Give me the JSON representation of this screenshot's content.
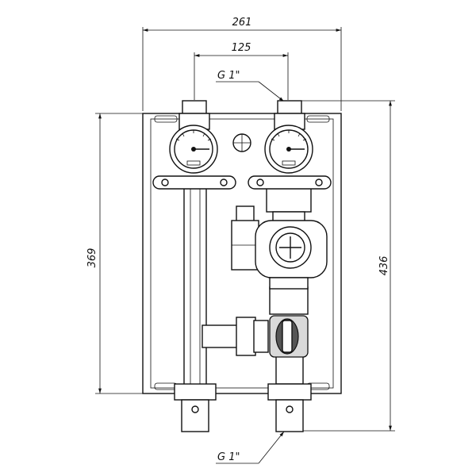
{
  "dimensions": {
    "overall_width": "261",
    "pipe_spacing": "125",
    "frame_height": "369",
    "overall_height": "436"
  },
  "connections": {
    "top_thread": "G 1\"",
    "bottom_thread": "G 1\""
  },
  "icons": [
    "thermometer-gauge-icon",
    "circulation-pump-icon",
    "ball-valve-icon",
    "mixing-valve-icon"
  ]
}
